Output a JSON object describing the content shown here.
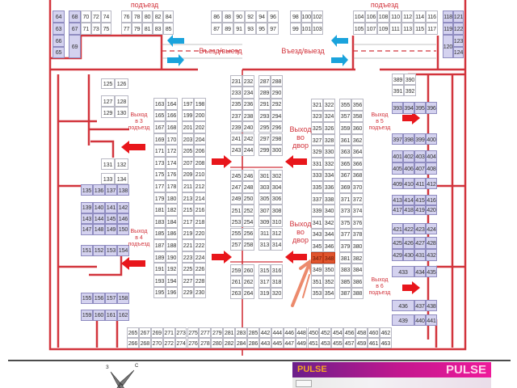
{
  "title_labels": {
    "entrance_left_top": "подъезд",
    "entrance_right_top": "подъезд",
    "drive_left": "Въезд/выезд",
    "drive_right": "Въезд/выезд",
    "exit_3": "Выход\nв 3\nподъезд",
    "exit_4": "Выход\nв 4\nподъезд",
    "exit_5": "Выход\nв 5\nподъезд",
    "exit_6": "Выход\nв 6\nподъезд",
    "exit_yard_1": "Выход\nво\nдвор",
    "exit_yard_2": "Выход\nво\nдвор"
  },
  "compass": {
    "west": "З",
    "north": "С"
  },
  "banner": {
    "logo_left": "PULSE",
    "logo_right": "PULSE"
  },
  "colors": {
    "wall": "#d2343c",
    "purple_stall": "#d4d2ef",
    "highlight": "#e0552e",
    "arrow_blue": "#1aa3dc",
    "arrow_red": "#e8161b"
  },
  "highlighted_stalls": [
    "347",
    "348"
  ],
  "groups": {
    "top_a": [
      [
        "64"
      ],
      [
        "63"
      ]
    ],
    "top_b": [
      [
        "68"
      ],
      [
        "67"
      ]
    ],
    "top_c": [
      [
        "70",
        "72",
        "74"
      ],
      [
        "71",
        "73",
        "75"
      ]
    ],
    "top_d": [
      [
        "76",
        "78",
        "80",
        "82",
        "84"
      ],
      [
        "77",
        "79",
        "81",
        "83",
        "85"
      ]
    ],
    "top_e": [
      [
        "86",
        "88",
        "90",
        "92",
        "94",
        "96"
      ],
      [
        "87",
        "89",
        "91",
        "93",
        "95",
        "97"
      ]
    ],
    "top_f": [
      [
        "98",
        "100",
        "102"
      ],
      [
        "99",
        "101",
        "103"
      ]
    ],
    "top_g": [
      [
        "104",
        "106",
        "108",
        "110",
        "112",
        "114",
        "116"
      ],
      [
        "105",
        "107",
        "109",
        "111",
        "113",
        "115",
        "117"
      ]
    ],
    "top_h": [
      [
        "118",
        "121"
      ],
      [
        "119",
        "122"
      ]
    ],
    "left_65": [
      [
        "66"
      ],
      [
        "65"
      ]
    ],
    "left_69": [
      [
        "69"
      ]
    ],
    "right_120": [
      [
        "120"
      ]
    ],
    "right_123": [
      [
        "123"
      ],
      [
        "124"
      ]
    ],
    "l125": [
      [
        "125",
        "126"
      ]
    ],
    "l127": [
      [
        "127",
        "128"
      ],
      [
        "129",
        "130"
      ]
    ],
    "l131": [
      [
        "131",
        "132"
      ]
    ],
    "l133": [
      [
        "133",
        "134"
      ]
    ],
    "p135": [
      [
        "135",
        "136",
        "137",
        "138"
      ]
    ],
    "p139": [
      [
        "139",
        "140",
        "141",
        "142"
      ],
      [
        "143",
        "144",
        "145",
        "146"
      ],
      [
        "147",
        "148",
        "149",
        "150"
      ]
    ],
    "p151": [
      [
        "151",
        "152",
        "153",
        "154"
      ]
    ],
    "p155": [
      [
        "155",
        "156",
        "157",
        "158"
      ]
    ],
    "p159": [
      [
        "159",
        "160",
        "161",
        "162"
      ]
    ],
    "col163": [
      [
        "163",
        "164"
      ],
      [
        "165",
        "166"
      ],
      [
        "167",
        "168"
      ],
      [
        "169",
        "170"
      ],
      [
        "171",
        "172"
      ],
      [
        "173",
        "174"
      ],
      [
        "175",
        "176"
      ],
      [
        "177",
        "178"
      ],
      [
        "179",
        "180"
      ],
      [
        "181",
        "182"
      ],
      [
        "183",
        "184"
      ],
      [
        "185",
        "186"
      ],
      [
        "187",
        "188"
      ],
      [
        "189",
        "190"
      ],
      [
        "191",
        "192"
      ],
      [
        "193",
        "194"
      ],
      [
        "195",
        "196"
      ]
    ],
    "col197": [
      [
        "197",
        "198"
      ],
      [
        "199",
        "200"
      ],
      [
        "201",
        "202"
      ],
      [
        "203",
        "204"
      ],
      [
        "205",
        "206"
      ],
      [
        "207",
        "208"
      ],
      [
        "209",
        "210"
      ],
      [
        "211",
        "212"
      ],
      [
        "213",
        "214"
      ],
      [
        "215",
        "216"
      ],
      [
        "217",
        "218"
      ],
      [
        "219",
        "220"
      ],
      [
        "221",
        "222"
      ],
      [
        "223",
        "224"
      ],
      [
        "225",
        "226"
      ],
      [
        "227",
        "228"
      ],
      [
        "229",
        "230"
      ]
    ],
    "col231a": [
      [
        "231",
        "232"
      ],
      [
        "233",
        "234"
      ],
      [
        "235",
        "236"
      ],
      [
        "237",
        "238"
      ],
      [
        "239",
        "240"
      ],
      [
        "241",
        "242"
      ],
      [
        "243",
        "244"
      ]
    ],
    "col231b": [
      [
        "245",
        "246"
      ],
      [
        "247",
        "248"
      ],
      [
        "249",
        "250"
      ],
      [
        "251",
        "252"
      ],
      [
        "253",
        "254"
      ],
      [
        "255",
        "256"
      ],
      [
        "257",
        "258"
      ]
    ],
    "col231c": [
      [
        "259",
        "260"
      ],
      [
        "261",
        "262"
      ],
      [
        "263",
        "264"
      ]
    ],
    "col287a": [
      [
        "287",
        "288"
      ],
      [
        "289",
        "290"
      ],
      [
        "291",
        "292"
      ],
      [
        "293",
        "294"
      ],
      [
        "295",
        "296"
      ],
      [
        "297",
        "298"
      ],
      [
        "299",
        "300"
      ]
    ],
    "col287b": [
      [
        "301",
        "302"
      ],
      [
        "303",
        "304"
      ],
      [
        "305",
        "306"
      ],
      [
        "307",
        "308"
      ],
      [
        "309",
        "310"
      ],
      [
        "311",
        "312"
      ],
      [
        "313",
        "314"
      ]
    ],
    "col287c": [
      [
        "315",
        "316"
      ],
      [
        "317",
        "318"
      ],
      [
        "319",
        "320"
      ]
    ],
    "col321": [
      [
        "321",
        "322"
      ],
      [
        "323",
        "324"
      ],
      [
        "325",
        "326"
      ],
      [
        "327",
        "328"
      ],
      [
        "329",
        "330"
      ],
      [
        "331",
        "332"
      ],
      [
        "333",
        "334"
      ],
      [
        "335",
        "336"
      ],
      [
        "337",
        "338"
      ],
      [
        "339",
        "340"
      ],
      [
        "341",
        "342"
      ],
      [
        "343",
        "344"
      ],
      [
        "345",
        "346"
      ],
      [
        "347",
        "348"
      ],
      [
        "349",
        "350"
      ],
      [
        "351",
        "352"
      ],
      [
        "353",
        "354"
      ]
    ],
    "col355": [
      [
        "355",
        "356"
      ],
      [
        "357",
        "358"
      ],
      [
        "359",
        "360"
      ],
      [
        "361",
        "362"
      ],
      [
        "363",
        "364"
      ],
      [
        "365",
        "366"
      ],
      [
        "367",
        "368"
      ],
      [
        "369",
        "370"
      ],
      [
        "371",
        "372"
      ],
      [
        "373",
        "374"
      ],
      [
        "375",
        "376"
      ],
      [
        "377",
        "378"
      ],
      [
        "379",
        "380"
      ],
      [
        "381",
        "382"
      ],
      [
        "383",
        "384"
      ],
      [
        "385",
        "386"
      ],
      [
        "387",
        "388"
      ]
    ],
    "r389": [
      [
        "389",
        "390"
      ],
      [
        "391",
        "392"
      ]
    ],
    "r393": [
      [
        "393",
        "394",
        "395",
        "396"
      ]
    ],
    "r397": [
      [
        "397",
        "398",
        "399",
        "400"
      ]
    ],
    "r401": [
      [
        "401",
        "402",
        "403",
        "404"
      ],
      [
        "405",
        "406",
        "407",
        "408"
      ]
    ],
    "r409": [
      [
        "409",
        "410",
        "411",
        "412"
      ]
    ],
    "r413": [
      [
        "413",
        "414",
        "415",
        "416"
      ],
      [
        "417",
        "418",
        "419",
        "420"
      ]
    ],
    "r421": [
      [
        "421",
        "422",
        "423",
        "424"
      ]
    ],
    "r425": [
      [
        "425",
        "426",
        "427",
        "428"
      ],
      [
        "429",
        "430",
        "431",
        "432"
      ]
    ],
    "r433": [
      [
        "433",
        "434",
        "435"
      ]
    ],
    "r436": [
      [
        "436",
        "437",
        "438"
      ]
    ],
    "r439": [
      [
        "439",
        "440",
        "441"
      ]
    ],
    "bottom": [
      [
        "265",
        "267",
        "269",
        "271",
        "273",
        "275",
        "277",
        "279",
        "281",
        "283",
        "285",
        "442",
        "444",
        "446",
        "448",
        "450",
        "452",
        "454",
        "456",
        "458",
        "460",
        "462"
      ],
      [
        "266",
        "268",
        "270",
        "272",
        "274",
        "276",
        "278",
        "280",
        "282",
        "284",
        "286",
        "443",
        "445",
        "447",
        "449",
        "451",
        "453",
        "455",
        "457",
        "459",
        "461",
        "463"
      ]
    ]
  }
}
